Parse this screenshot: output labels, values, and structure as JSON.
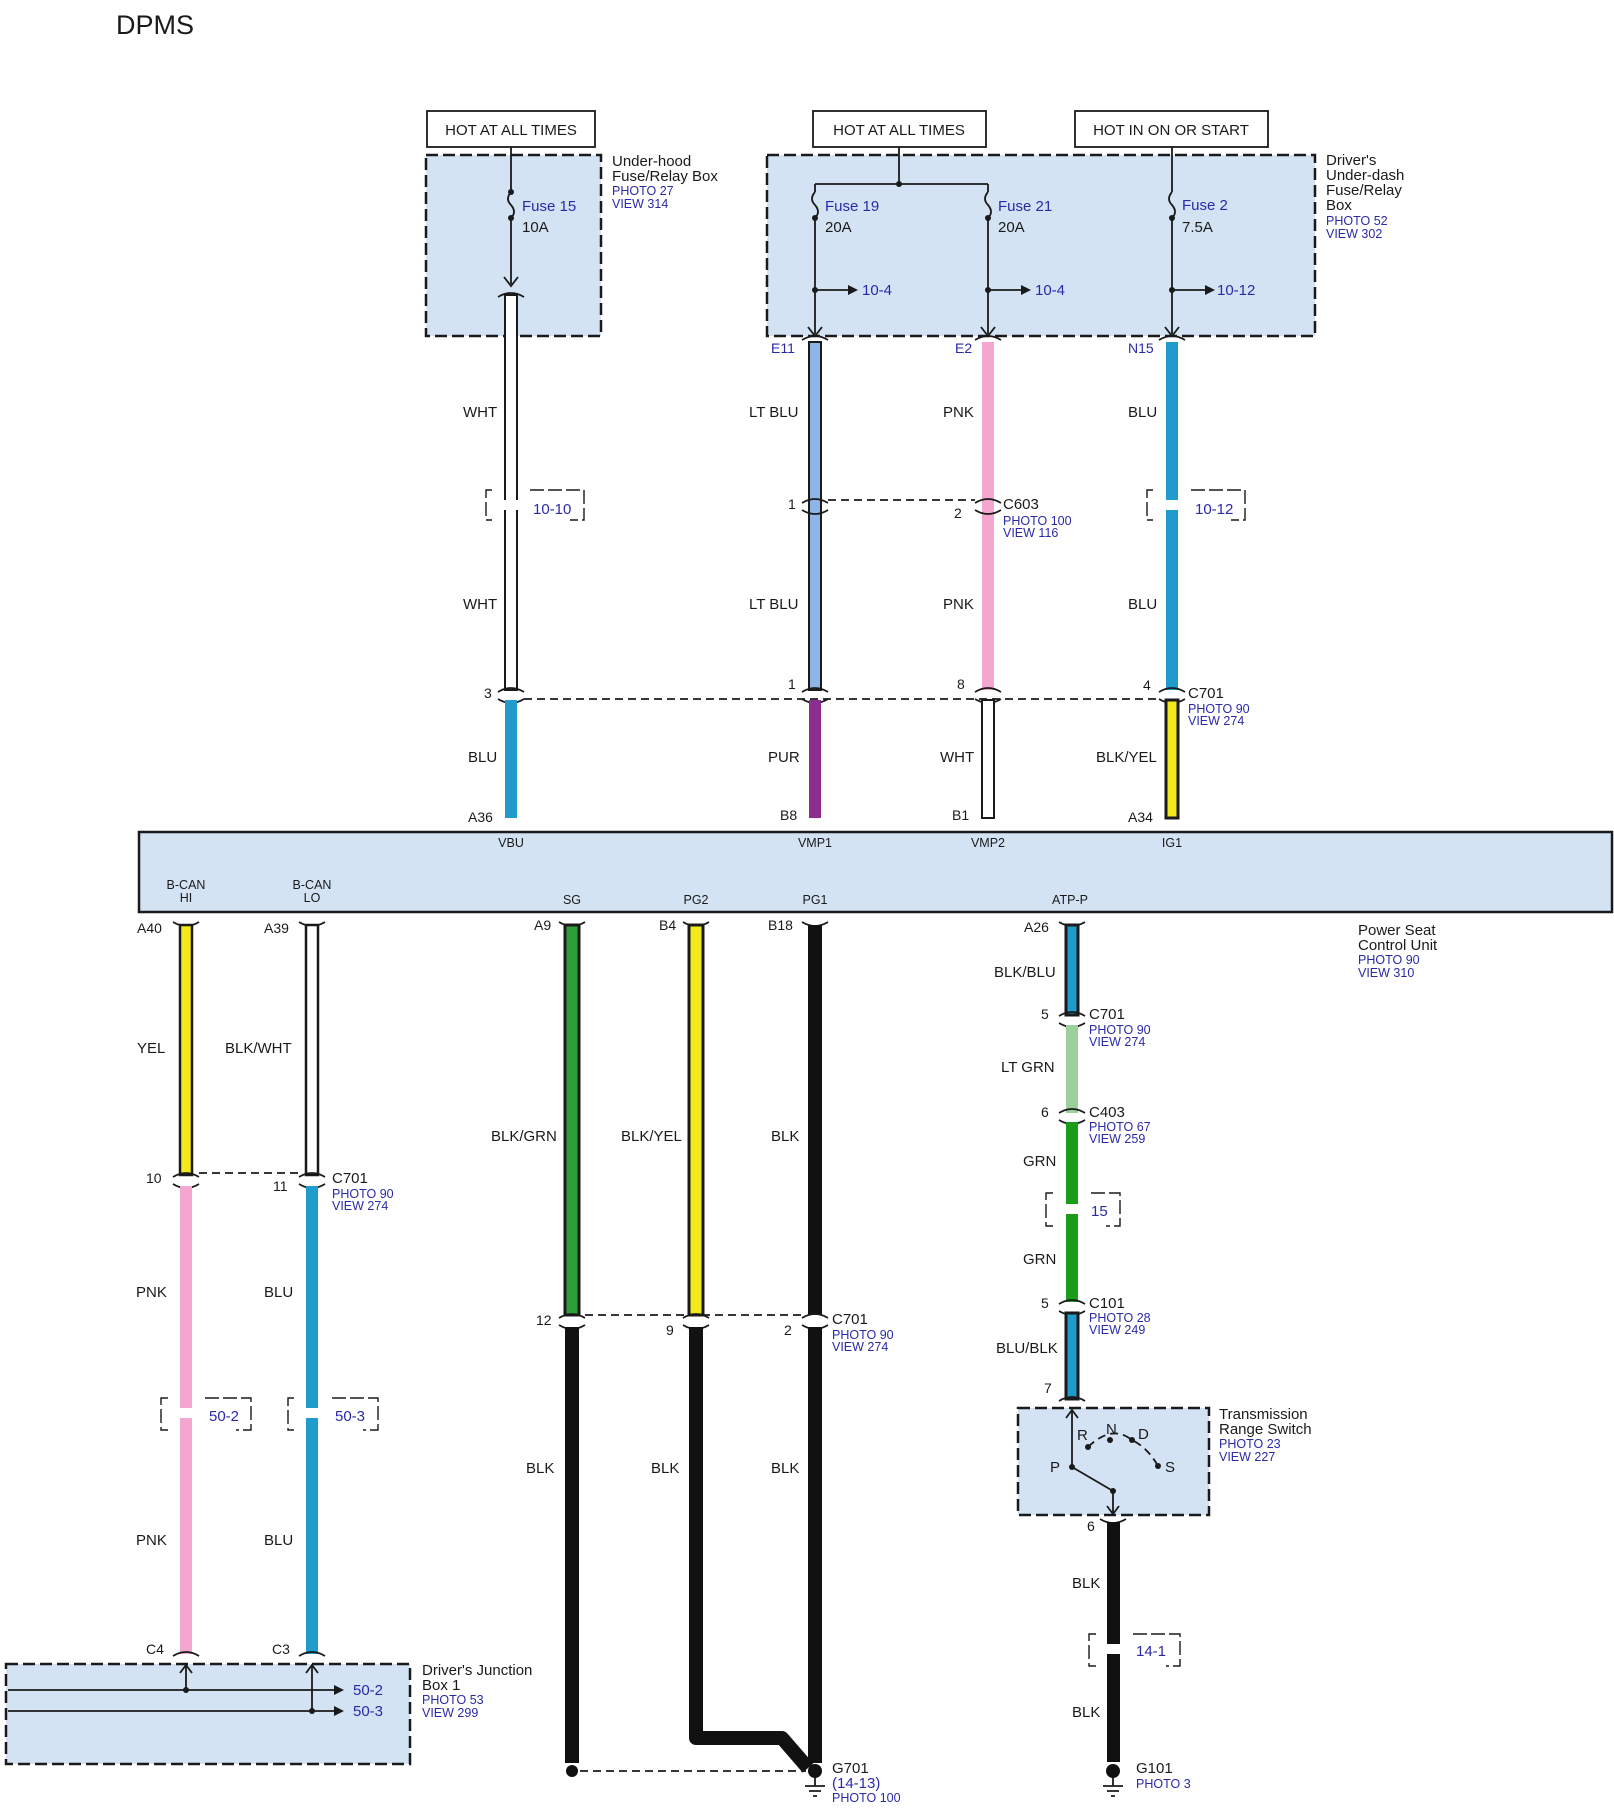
{
  "title": "DPMS",
  "hot": {
    "h1": "HOT AT ALL TIMES",
    "h2": "HOT AT ALL TIMES",
    "h3": "HOT IN ON OR START"
  },
  "underhood": {
    "name1": "Under-hood",
    "name2": "Fuse/Relay Box",
    "photo": "PHOTO 27",
    "view": "VIEW 314",
    "fuse": "Fuse 15",
    "amps": "10A"
  },
  "underdash": {
    "name1": "Driver's",
    "name2": "Under-dash",
    "name3": "Fuse/Relay",
    "name4": "Box",
    "photo": "PHOTO 52",
    "view": "VIEW 302",
    "f19": "Fuse 19",
    "f19a": "20A",
    "f21": "Fuse 21",
    "f21a": "20A",
    "f2": "Fuse 2",
    "f2a": "7.5A",
    "r1": "10-4",
    "r2": "10-4",
    "r3": "10-12"
  },
  "top": {
    "pinE11": "E11",
    "pinE2": "E2",
    "pinN15": "N15",
    "wWHT1": "WHT",
    "wLTBLU1": "LT BLU",
    "wPNK1": "PNK",
    "wBLU1": "BLU",
    "ref1010": "10-10",
    "ref1012": "10-12",
    "c603": "C603",
    "c603p": "PHOTO 100",
    "c603v": "VIEW 116",
    "c603pin1": "1",
    "c603pin2": "2",
    "wWHT2": "WHT",
    "wLTBLU2": "LT BLU",
    "wPNK2": "PNK",
    "wBLU2": "BLU",
    "c701": "C701",
    "c701p": "PHOTO 90",
    "c701v": "VIEW 274",
    "p3": "3",
    "p1": "1",
    "p8": "8",
    "p4": "4",
    "wBLU3": "BLU",
    "wPUR": "PUR",
    "wWHT3": "WHT",
    "wBLKYEL": "BLK/YEL",
    "pA36": "A36",
    "pB8": "B8",
    "pB1": "B1",
    "pA34": "A34"
  },
  "pcu": {
    "vbu": "VBU",
    "vmp1": "VMP1",
    "vmp2": "VMP2",
    "ig1": "IG1",
    "bcanhi1": "B-CAN",
    "bcanhi2": "HI",
    "bcanlo1": "B-CAN",
    "bcanlo2": "LO",
    "sg": "SG",
    "pg2": "PG2",
    "pg1": "PG1",
    "atp": "ATP-P",
    "name1": "Power Seat",
    "name2": "Control Unit",
    "photo": "PHOTO 90",
    "view": "VIEW 310"
  },
  "left": {
    "pA40": "A40",
    "pA39": "A39",
    "wYEL": "YEL",
    "wBLKWHT": "BLK/WHT",
    "p10": "10",
    "p11": "11",
    "c701": "C701",
    "c701p": "PHOTO 90",
    "c701v": "VIEW 274",
    "wPNK1": "PNK",
    "wBLU1": "BLU",
    "ref502": "50-2",
    "ref503": "50-3",
    "wPNK2": "PNK",
    "wBLU2": "BLU",
    "pC4": "C4",
    "pC3": "C3",
    "jb1": "Driver's Junction",
    "jb2": "Box 1",
    "jbp": "PHOTO 53",
    "jbv": "VIEW 299",
    "jr1": "50-2",
    "jr2": "50-3"
  },
  "mid": {
    "pA9": "A9",
    "pB4": "B4",
    "pB18": "B18",
    "wBLKGRN": "BLK/GRN",
    "wBLKYEL": "BLK/YEL",
    "wBLK1": "BLK",
    "p12": "12",
    "p9": "9",
    "p2": "2",
    "c701": "C701",
    "c701p": "PHOTO 90",
    "c701v": "VIEW 274",
    "wBLK2": "BLK",
    "wBLK3": "BLK",
    "wBLK4": "BLK",
    "g701": "G701",
    "g701r": "(14-13)",
    "g701p": "PHOTO 100"
  },
  "right": {
    "pA26": "A26",
    "wBLKBLU": "BLK/BLU",
    "p5a": "5",
    "c701": "C701",
    "c701p": "PHOTO 90",
    "c701v": "VIEW 274",
    "wLTGRN": "LT GRN",
    "p6a": "6",
    "c403": "C403",
    "c403p": "PHOTO 67",
    "c403v": "VIEW 259",
    "wGRN1": "GRN",
    "ref15": "15",
    "wGRN2": "GRN",
    "p5b": "5",
    "c101": "C101",
    "c101p": "PHOTO 28",
    "c101v": "VIEW 249",
    "wBLUBLK": "BLU/BLK",
    "p7": "7",
    "trs1": "Transmission",
    "trs2": "Range Switch",
    "trsp": "PHOTO 23",
    "trsv": "VIEW 227",
    "gR": "R",
    "gN": "N",
    "gD": "D",
    "gP": "P",
    "gS": "S",
    "p6b": "6",
    "wBLK1": "BLK",
    "ref141": "14-1",
    "wBLK2": "BLK",
    "g101": "G101",
    "g101p": "PHOTO 3"
  }
}
